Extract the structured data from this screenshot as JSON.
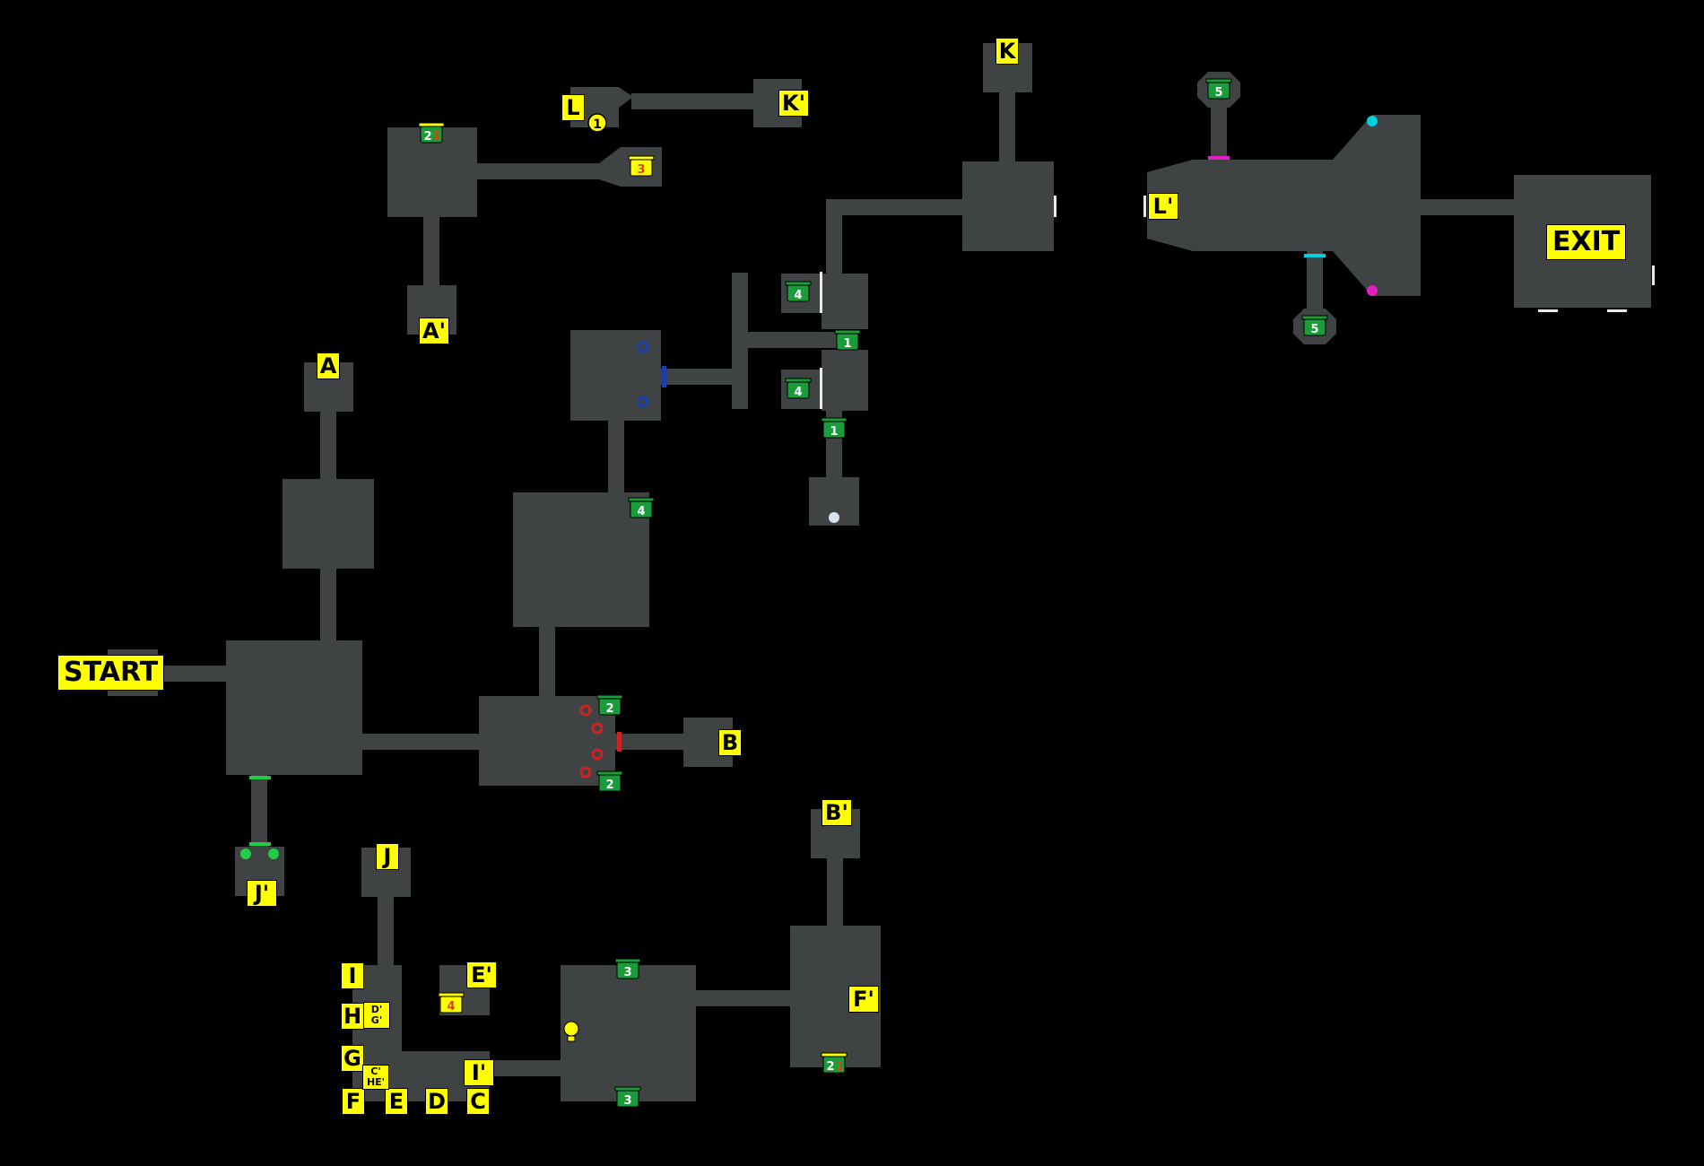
{
  "map": {
    "background_color": "#000000",
    "floor_color": "#3f4344",
    "label_color": "#ffff00",
    "start_label": "START",
    "exit_label": "EXIT",
    "warp_labels": {
      "A": "A",
      "A_prime": "A'",
      "B": "B",
      "B_prime": "B'",
      "C": "C",
      "D": "D",
      "E": "E",
      "E_prime": "E'",
      "F": "F",
      "F_prime": "F'",
      "G": "G",
      "H": "H",
      "I": "I",
      "I_prime": "I'",
      "J": "J",
      "J_prime": "J'",
      "K": "K",
      "K_prime": "K'",
      "L": "L",
      "L_prime": "L'",
      "DG_top": "D'",
      "DG_bottom": "G'",
      "CHE_top": "C'",
      "CHE_bottom": "HE'"
    },
    "chest_numbers": {
      "c1a": "1",
      "c1b": "1",
      "c2a": "2",
      "c2b": "2",
      "c3a": "3",
      "c3b": "3",
      "c4a": "4",
      "c4b": "4",
      "c4c": "4",
      "c5a": "5",
      "c5b": "5",
      "y3": "3",
      "y4": "4",
      "m_top": "2",
      "m_top_2": "1",
      "m_bot": "2",
      "m_bot_2": "1"
    },
    "marker_colors": {
      "red_switch": "#cc2222",
      "blue_switch": "#1a3fb0",
      "cyan": "#00d0e0",
      "magenta": "#e020c0",
      "green_switch": "#22cc44",
      "white_orb": "#d8e4f0",
      "yellow_marker": "#ffff00"
    }
  }
}
